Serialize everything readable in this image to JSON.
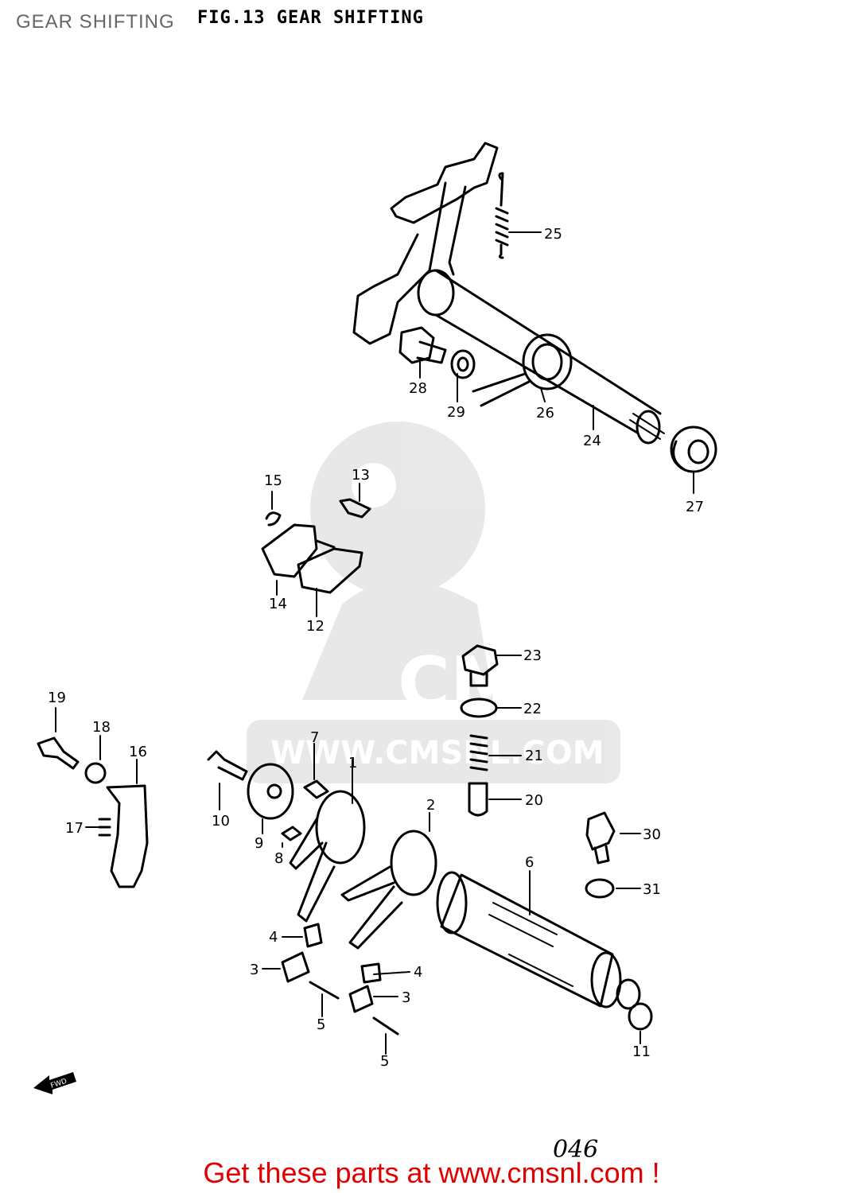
{
  "page_title": "GEAR SHIFTING",
  "figure_heading": "FIG.13  GEAR SHIFTING",
  "watermark_text": "WWW.CMSNL.COM",
  "watermark_logo": "CMS",
  "fwd_label": "FWD",
  "page_number": "046",
  "footer_link": "Get these parts at www.cmsnl.com !",
  "colors": {
    "line": "#000000",
    "footer": "#e00000",
    "watermark": "#cccccc"
  },
  "callouts": {
    "p1": "1",
    "p2": "2",
    "p3a": "3",
    "p3b": "3",
    "p4a": "4",
    "p4b": "4",
    "p5a": "5",
    "p5b": "5",
    "p6": "6",
    "p7": "7",
    "p8": "8",
    "p9": "9",
    "p10": "10",
    "p11": "11",
    "p12": "12",
    "p13": "13",
    "p14": "14",
    "p15": "15",
    "p16": "16",
    "p17": "17",
    "p18": "18",
    "p19": "19",
    "p20": "20",
    "p21": "21",
    "p22": "22",
    "p23": "23",
    "p24": "24",
    "p25": "25",
    "p26": "26",
    "p27": "27",
    "p28": "28",
    "p29": "29",
    "p30": "30",
    "p31": "31"
  }
}
